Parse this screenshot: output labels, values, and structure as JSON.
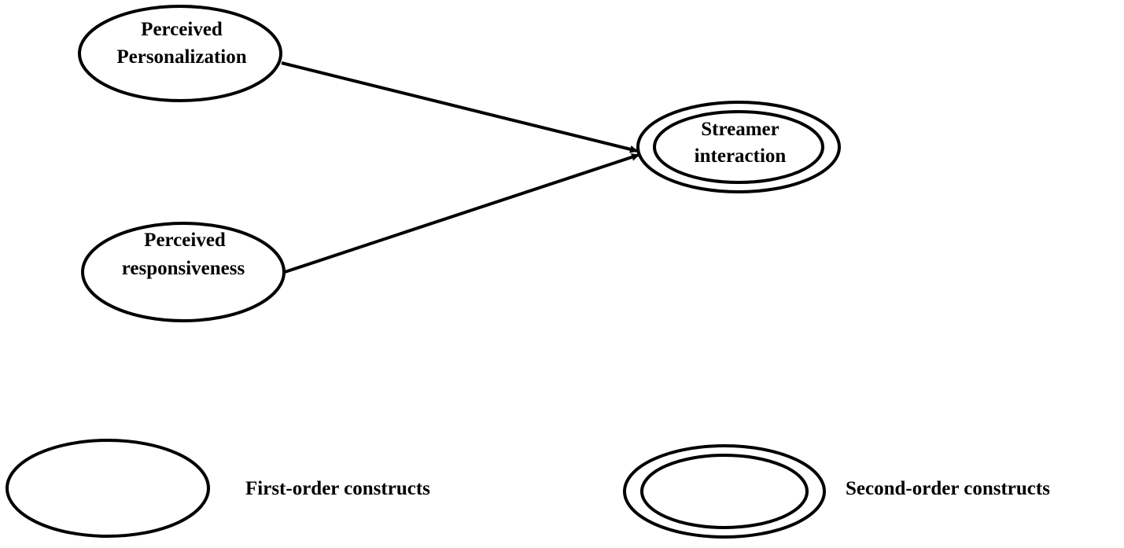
{
  "diagram": {
    "nodes": {
      "perceived_personalization": {
        "line1": "Perceived",
        "line2": "Personalization",
        "order": "first"
      },
      "perceived_responsiveness": {
        "line1": "Perceived",
        "line2": "responsiveness",
        "order": "first"
      },
      "streamer_interaction": {
        "line1": "Streamer",
        "line2": "interaction",
        "order": "second"
      }
    },
    "edges": [
      {
        "from": "Perceived Personalization",
        "to": "Streamer interaction"
      },
      {
        "from": "Perceived responsiveness",
        "to": "Streamer interaction"
      }
    ]
  },
  "legend": {
    "first_order_label": "First-order constructs",
    "second_order_label": "Second-order constructs"
  },
  "colors": {
    "stroke": "#000000",
    "background": "#ffffff"
  }
}
